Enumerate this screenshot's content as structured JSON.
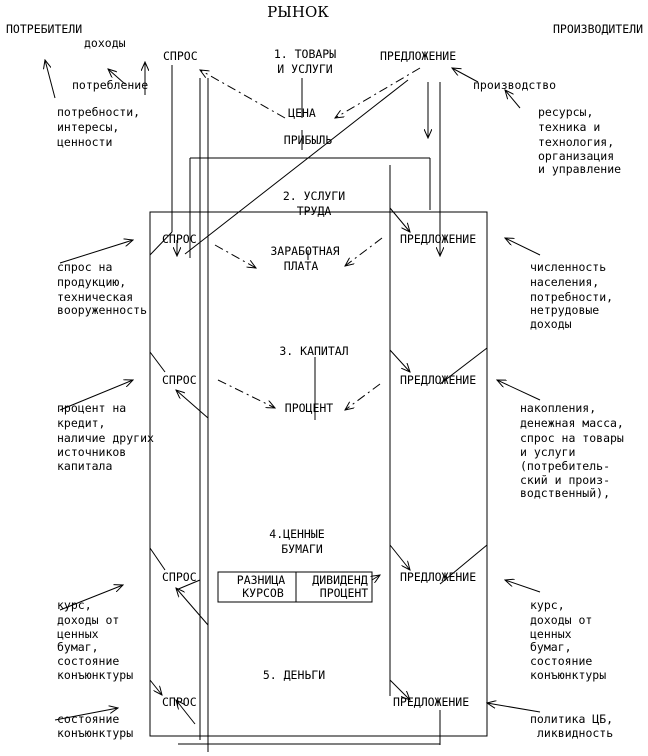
{
  "title": "РЫНОК",
  "consumers": "ПОТРЕБИТЕЛИ",
  "producers": "ПРОИЗВОДИТЕЛИ",
  "demand": "СПРОС",
  "supply": "ПРЕДЛОЖЕНИЕ",
  "markets": {
    "goods": [
      "1. ТОВАРЫ",
      "И УСЛУГИ"
    ],
    "price": "ЦЕНА",
    "profit": "ПРИБЫЛЬ",
    "labor": [
      "2. УСЛУГИ",
      "ТРУДА"
    ],
    "wage": [
      "ЗАРАБОТНАЯ",
      "ПЛАТА"
    ],
    "capital": "3. КАПИТАЛ",
    "interest": "ПРОЦЕНТ",
    "securities": [
      "4.ЦЕННЫЕ",
      "БУМАГИ"
    ],
    "rate_diff": [
      "РАЗНИЦА",
      "КУРСОВ"
    ],
    "dividend": [
      "ДИВИДЕНД",
      "ПРОЦЕНТ"
    ],
    "money": "5. ДЕНЬГИ"
  },
  "left": {
    "incomes": "доходы",
    "consumption": "потребление",
    "needs": [
      "потребности,",
      "интересы,",
      "ценности"
    ],
    "labor_demand": [
      "спрос на",
      "продукцию,",
      "техническая",
      "вооруженность"
    ],
    "capital_demand": [
      "процент на",
      "кредит,",
      "наличие других",
      "источников",
      "капитала"
    ],
    "securities_demand": [
      "курс,",
      "доходы от",
      "ценных",
      "бумаг,",
      "состояние",
      "конъюнктуры"
    ],
    "money_demand": [
      "состояние",
      "конъюнктуры"
    ]
  },
  "right": {
    "production": "производство",
    "resources": [
      "ресурсы,",
      "техника и",
      "технология,",
      "организация",
      "и управление"
    ],
    "labor_supply": [
      "численность",
      "населения,",
      "потребности,",
      "нетрудовые",
      "доходы"
    ],
    "capital_supply": [
      "накопления,",
      "денежная масса,",
      "спрос на товары",
      "и услуги",
      "(потребитель-",
      "ский и произ-",
      "водственный),"
    ],
    "securities_supply": [
      "курс,",
      "доходы от",
      "ценных",
      "бумаг,",
      "состояние",
      "конъюнктуры"
    ],
    "money_supply": [
      "политика ЦБ,",
      "ликвидность"
    ]
  }
}
